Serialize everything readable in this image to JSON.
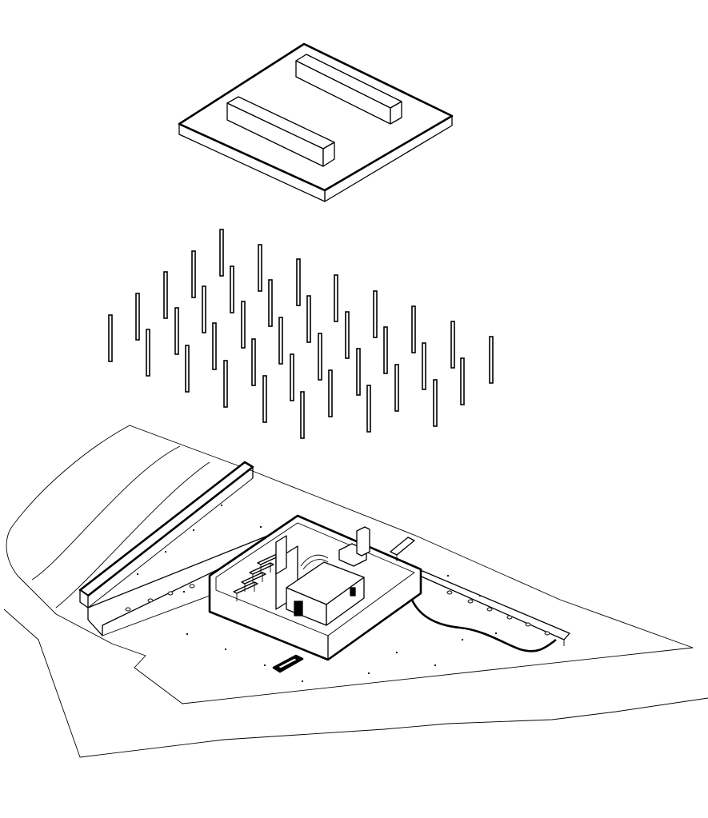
{
  "diagram": {
    "type": "exploded-axonometric",
    "layers": [
      {
        "id": "roof",
        "skylights": 2
      },
      {
        "id": "columns",
        "count": 40
      },
      {
        "id": "ground-floor-plan-on-site"
      }
    ],
    "colors": {
      "line": "#000000",
      "background": "#ffffff"
    }
  }
}
